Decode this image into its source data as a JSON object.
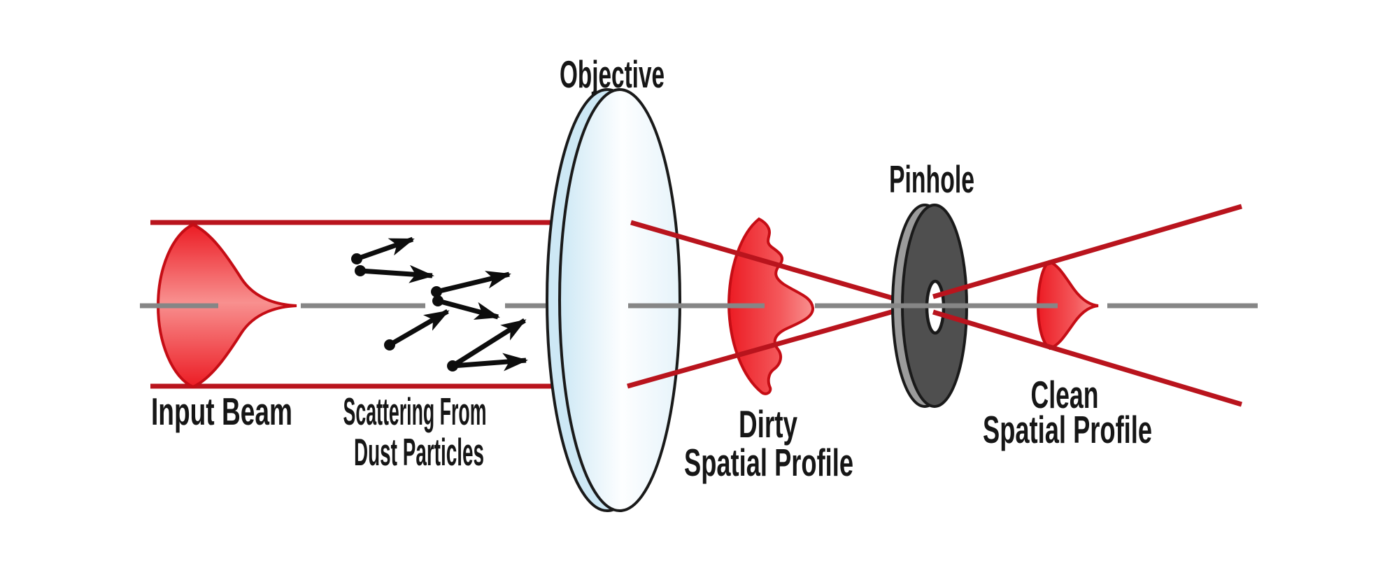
{
  "diagram": {
    "title": "Spatial filter with pinhole",
    "labels": {
      "objective": "Objective",
      "pinhole": "Pinhole",
      "input_beam": "Input Beam",
      "scattering_line1": "Scattering From",
      "scattering_line2": "Dust Particles",
      "dirty_profile_line1": "Dirty",
      "dirty_profile_line2": "Spatial Profile",
      "clean_profile_line1": "Clean",
      "clean_profile_line2": "Spatial Profile"
    },
    "components": [
      "input-beam-profile",
      "scattering-arrows",
      "objective-lens",
      "dirty-spatial-profile",
      "pinhole-disk",
      "clean-spatial-profile",
      "optical-axis",
      "beam-edge-lines",
      "converging-rays",
      "diverging-rays"
    ]
  },
  "colors": {
    "page_bg": "#ffffff",
    "line_red": "#b9141d",
    "profile_red": "#ec1c24",
    "profile_mid": "#f4595c",
    "profile_light": "#f8908f",
    "profile_outline": "#c50d15",
    "lens_blue": "#cde8f5",
    "lens_white": "#fdfeff",
    "lens_pale": "#e6f3fa",
    "axis_gray": "#868686",
    "disk_dark": "#4f4f4f",
    "disk_rim": "#9b9b9b",
    "hole_white": "#ffffff",
    "outline_black": "#1a1a1a",
    "arrow_black": "#0d0d0d",
    "text_black": "#161616"
  }
}
